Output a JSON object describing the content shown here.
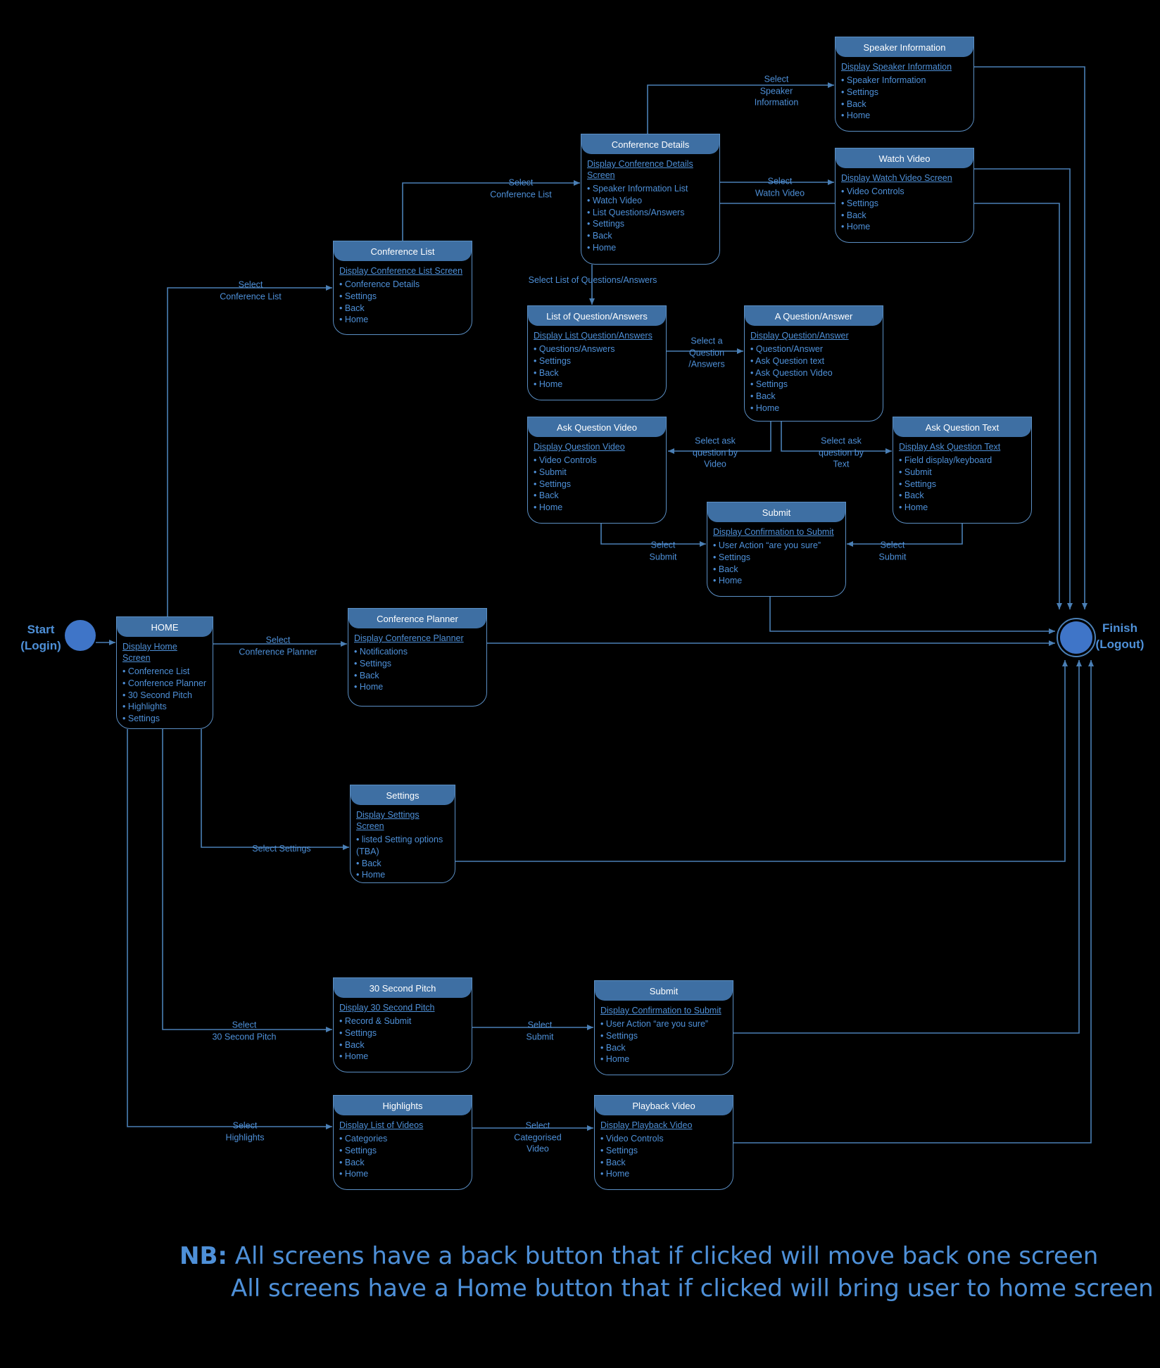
{
  "start": {
    "label": "Start\n(Login)"
  },
  "finish": {
    "label": "Finish\n(Logout)"
  },
  "screens": [
    {
      "id": "home",
      "title": "HOME",
      "subtitle": "Display Home Screen",
      "items": [
        "Conference List",
        "Conference Planner",
        "30 Second Pitch",
        "Highlights",
        "Settings"
      ]
    },
    {
      "id": "conference-list",
      "title": "Conference List",
      "subtitle": "Display Conference List Screen",
      "items": [
        "Conference Details",
        "Settings",
        "Back",
        "Home"
      ]
    },
    {
      "id": "conference-details",
      "title": "Conference Details",
      "subtitle": "Display Conference Details Screen",
      "items": [
        "Speaker Information List",
        "Watch Video",
        "List Questions/Answers",
        "Settings",
        "Back",
        "Home"
      ]
    },
    {
      "id": "speaker-information",
      "title": "Speaker Information",
      "subtitle": "Display Speaker Information",
      "items": [
        "Speaker Information",
        "Settings",
        "Back",
        "Home"
      ]
    },
    {
      "id": "watch-video",
      "title": "Watch Video",
      "subtitle": "Display Watch Video Screen",
      "items": [
        "Video Controls",
        "Settings",
        "Back",
        "Home"
      ]
    },
    {
      "id": "list-qa",
      "title": "List of Question/Answers",
      "subtitle": "Display List  Question/Answers",
      "items": [
        "Questions/Answers",
        "Settings",
        "Back",
        "Home"
      ]
    },
    {
      "id": "a-qa",
      "title": "A Question/Answer",
      "subtitle": "Display Question/Answer",
      "items": [
        "Question/Answer",
        "Ask Question text",
        "Ask Question Video",
        "Settings",
        "Back",
        "Home"
      ]
    },
    {
      "id": "ask-question-video",
      "title": "Ask Question Video",
      "subtitle": "Display Question Video",
      "items": [
        "Video Controls",
        "Submit",
        "Settings",
        "Back",
        "Home"
      ]
    },
    {
      "id": "ask-question-text",
      "title": "Ask Question Text",
      "subtitle": "Display Ask Question Text",
      "items": [
        "Field display/keyboard",
        "Submit",
        "Settings",
        "Back",
        "Home"
      ]
    },
    {
      "id": "submit-question",
      "title": "Submit",
      "subtitle": "Display Confirmation to Submit",
      "items": [
        "User Action “are you sure”",
        "Settings",
        "Back",
        "Home"
      ]
    },
    {
      "id": "conference-planner",
      "title": "Conference Planner",
      "subtitle": "Display Conference Planner",
      "items": [
        "Notifications",
        "Settings",
        "Back",
        "Home"
      ]
    },
    {
      "id": "settings",
      "title": "Settings",
      "subtitle": "Display Settings Screen",
      "items": [
        "listed Setting options\n(TBA)",
        "Back",
        "Home"
      ]
    },
    {
      "id": "pitch",
      "title": "30 Second Pitch",
      "subtitle": "Display 30 Second Pitch",
      "items": [
        "Record & Submit",
        "Settings",
        "Back",
        "Home"
      ]
    },
    {
      "id": "submit-pitch",
      "title": "Submit",
      "subtitle": "Display Confirmation to Submit",
      "items": [
        "User Action “are you sure”",
        "Settings",
        "Back",
        "Home"
      ]
    },
    {
      "id": "highlights",
      "title": "Highlights",
      "subtitle": "Display List of Videos",
      "items": [
        "Categories",
        "Settings",
        "Back",
        "Home"
      ]
    },
    {
      "id": "playback-video",
      "title": "Playback Video",
      "subtitle": "Display Playback Video",
      "items": [
        "Video Controls",
        "Settings",
        "Back",
        "Home"
      ]
    }
  ],
  "transitions": [
    {
      "id": "t-conf-list",
      "label": "Select\nConference List"
    },
    {
      "id": "t-conf-list-2",
      "label": "Select\nConference List"
    },
    {
      "id": "t-speaker",
      "label": "Select\nSpeaker\nInformation"
    },
    {
      "id": "t-watch",
      "label": "Select\nWatch Video"
    },
    {
      "id": "t-list-qa",
      "label": "Select List of Questions/Answers"
    },
    {
      "id": "t-a-qa",
      "label": "Select a\nQuestion\n/Answers"
    },
    {
      "id": "t-ask-video",
      "label": "Select ask\nquestion by\nVideo"
    },
    {
      "id": "t-ask-text",
      "label": "Select ask\nquestion by\nText"
    },
    {
      "id": "t-submit-v",
      "label": "Select\nSubmit"
    },
    {
      "id": "t-submit-t",
      "label": "Select\nSubmit"
    },
    {
      "id": "t-planner",
      "label": "Select\nConference Planner"
    },
    {
      "id": "t-settings",
      "label": "Select Settings"
    },
    {
      "id": "t-pitch",
      "label": "Select\n30 Second Pitch"
    },
    {
      "id": "t-submit-p",
      "label": "Select\nSubmit"
    },
    {
      "id": "t-highlights",
      "label": "Select\nHighlights"
    },
    {
      "id": "t-categorised",
      "label": "Select\nCategorised\nVideo"
    }
  ],
  "note": {
    "prefix": "NB:",
    "line1": " All screens have a back button that if clicked will move back one screen",
    "line2": "All screens have a Home button that if clicked will bring user to home screen"
  },
  "colors": {
    "background": "#000000",
    "line": "#4a7fb5",
    "header": "#3e6fa3",
    "text": "#4e90d8",
    "terminal": "#3f75c8"
  }
}
